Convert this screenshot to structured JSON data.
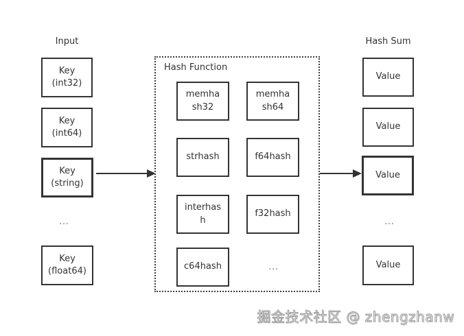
{
  "diagram": {
    "input": {
      "title": "Input",
      "keys": [
        "Key (int32)",
        "Key (int64)",
        "Key (string)",
        "Key (float64)"
      ],
      "ellipsis": "..."
    },
    "hash_function": {
      "title": "Hash Function",
      "functions": [
        "memhash32",
        "memhash64",
        "strhash",
        "f64hash",
        "interhash",
        "f32hash",
        "c64hash"
      ],
      "ellipsis": "..."
    },
    "hash_sum": {
      "title": "Hash Sum",
      "values": [
        "Value",
        "Value",
        "Value",
        "Value"
      ],
      "ellipsis": "..."
    },
    "watermark": "掘金技术社区 @ zhengzhanw",
    "colors": {
      "border": "#333333",
      "text": "#333333",
      "background": "#ffffff",
      "watermark_stroke": "#9a9a9a"
    }
  }
}
